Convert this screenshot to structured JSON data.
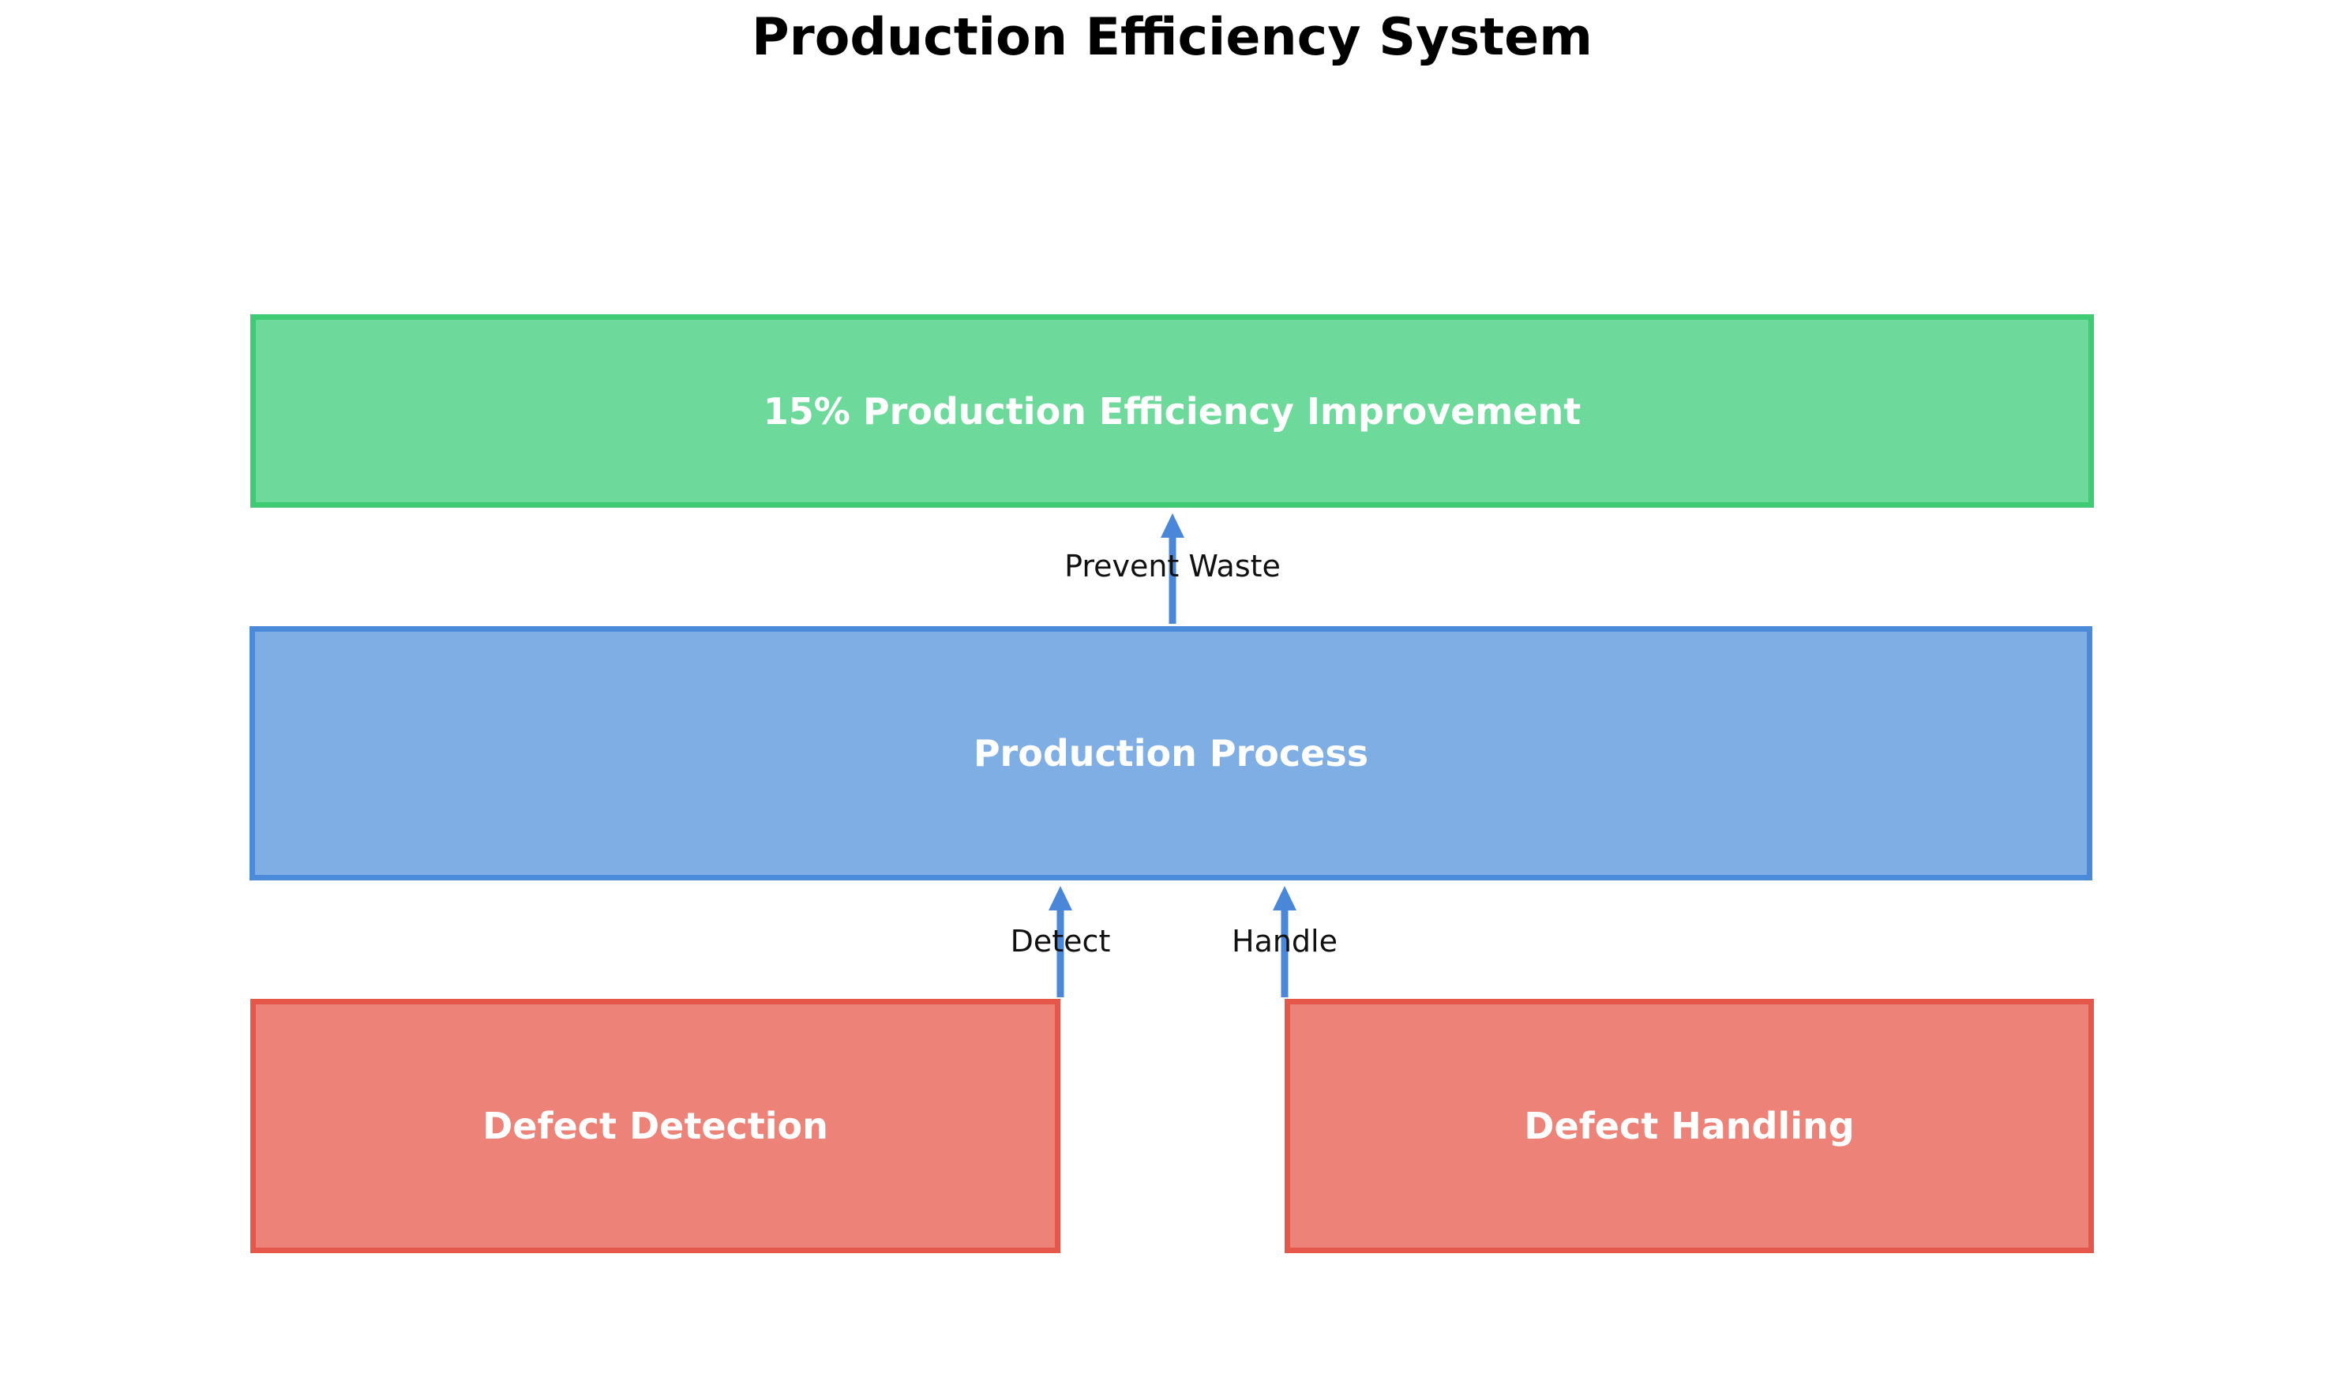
{
  "title": "Production Efficiency System",
  "colors": {
    "green-fill": "#6dda9c",
    "green-border": "#3ecb74",
    "blue-fill": "#7faee4",
    "blue-border": "#4a8ad9",
    "red-fill": "#ed8378",
    "red-border": "#e4574a",
    "arrow": "#4a87d9",
    "label-text": "#111111",
    "node-text": "#ffffff",
    "title-text": "#000000",
    "background": "#ffffff"
  },
  "diagram": {
    "nodes": [
      {
        "id": "improvement",
        "label": "15% Production Efficiency Improvement",
        "role": "outcome",
        "fill": "#6dda9c",
        "border": "#3ecb74"
      },
      {
        "id": "process",
        "label": "Production Process",
        "role": "process",
        "fill": "#7faee4",
        "border": "#4a8ad9"
      },
      {
        "id": "detection",
        "label": "Defect Detection",
        "role": "input",
        "fill": "#ed8378",
        "border": "#e4574a"
      },
      {
        "id": "handling",
        "label": "Defect Handling",
        "role": "input",
        "fill": "#ed8378",
        "border": "#e4574a"
      }
    ],
    "edges": [
      {
        "from": "process",
        "to": "improvement",
        "label": "Prevent Waste",
        "direction": "up"
      },
      {
        "from": "detection",
        "to": "process",
        "label": "Detect",
        "direction": "up"
      },
      {
        "from": "handling",
        "to": "process",
        "label": "Handle",
        "direction": "up"
      }
    ]
  }
}
